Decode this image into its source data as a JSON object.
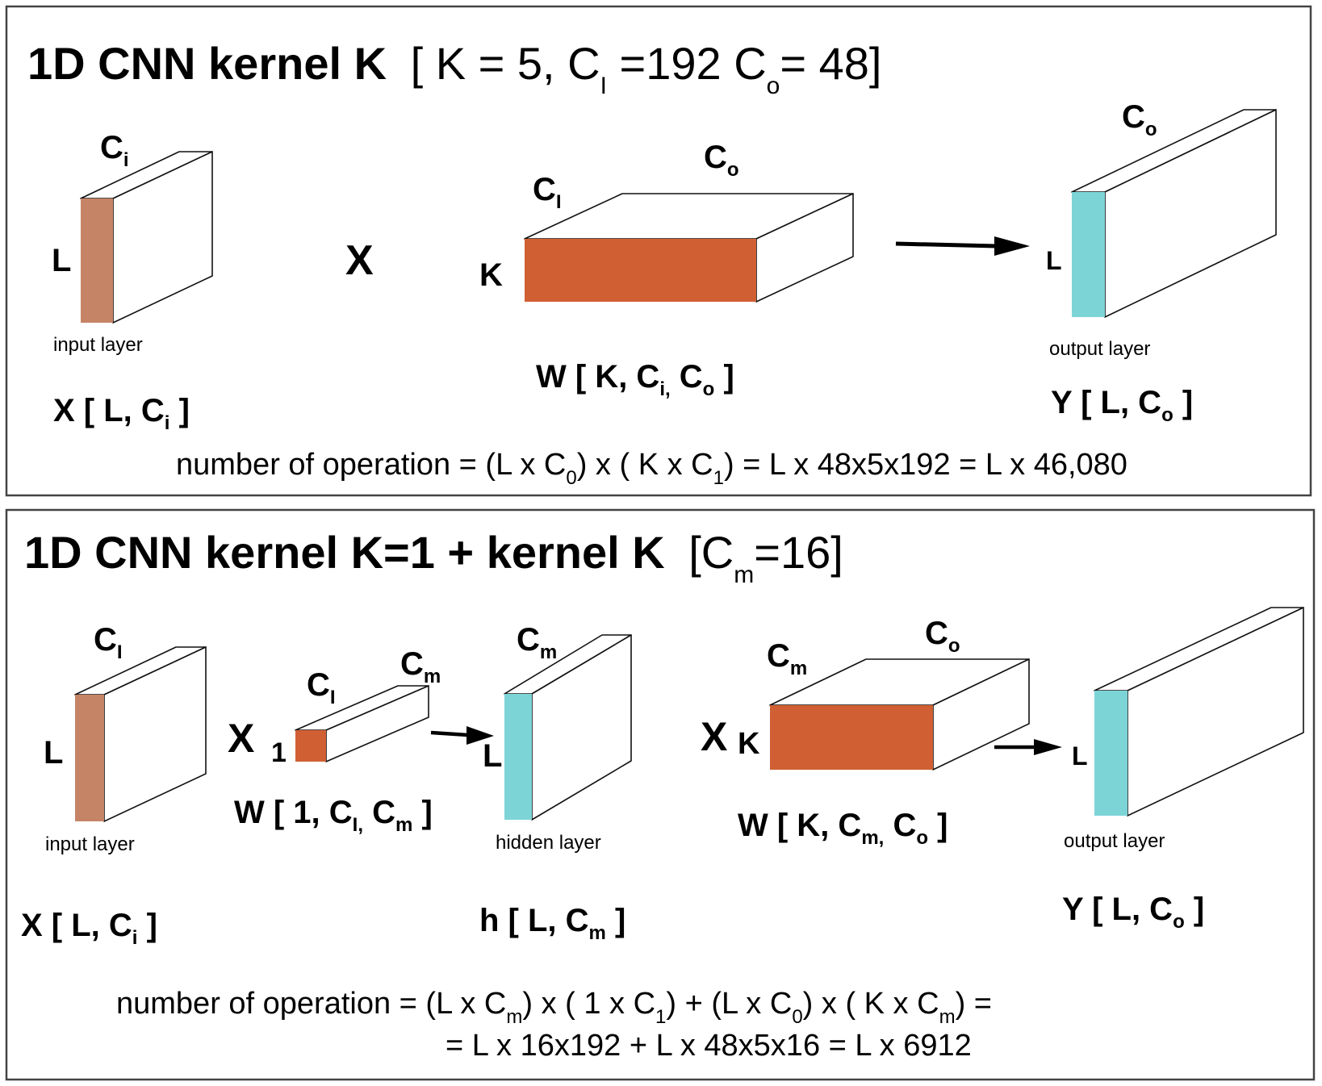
{
  "colors": {
    "input_face": "#c68466",
    "kernel_face": "#d06033",
    "output_face": "#7dd4d7",
    "frame": "#444444"
  },
  "panel1": {
    "title_bold": "1D CNN  kernel K",
    "title_params": "[ K = 5, C",
    "title_ci_sub": "I",
    "title_mid": " =192 C",
    "title_co_sub": "o",
    "title_end": "= 48]",
    "input": {
      "dim_top": "C",
      "dim_top_sub": "i",
      "dim_side": "L",
      "caption": "input layer",
      "tensor_name": "X [ L, C",
      "tensor_sub": "i",
      "tensor_close": " ]"
    },
    "multiply_sign": "X",
    "kernel": {
      "dim_depth": "C",
      "dim_depth_sub": "I",
      "dim_width": "C",
      "dim_width_sub": "o",
      "dim_side": "K",
      "tensor_name": "W [ K, C",
      "tensor_sub1": "i,",
      "tensor_mid": " C",
      "tensor_sub2": "o",
      "tensor_close": " ]"
    },
    "output": {
      "dim_top": "C",
      "dim_top_sub": "o",
      "dim_side": "L",
      "caption": "output layer",
      "tensor_name": "Y [ L, C",
      "tensor_sub": "o",
      "tensor_close": " ]"
    },
    "formula": {
      "p1": "number of operation = (L x C",
      "s1": "0",
      "p2": ") x ( K x C",
      "s2": "1",
      "p3": ") = L x 48x5x192 = L x 46,080"
    }
  },
  "panel2": {
    "title_bold": "1D CNN  kernel K=1 + kernel K",
    "title_params": "[C",
    "title_sub": "m",
    "title_end": "=16]",
    "input": {
      "dim_top": "C",
      "dim_top_sub": "I",
      "dim_side": "L",
      "caption": "input layer",
      "tensor_name": "X [ L, C",
      "tensor_sub": "i",
      "tensor_close": " ]"
    },
    "multiply_sign_1": "X",
    "kernel1": {
      "dim_side": "1",
      "dim_depth": "C",
      "dim_depth_sub": "I",
      "dim_width": "C",
      "dim_width_sub": "m",
      "tensor_name": "W [ 1, C",
      "tensor_sub1": "I,",
      "tensor_mid": " C",
      "tensor_sub2": "m",
      "tensor_close": " ]"
    },
    "hidden": {
      "dim_top": "C",
      "dim_top_sub": "m",
      "dim_side": "L",
      "caption": "hidden layer",
      "tensor_name": "h [ L, C",
      "tensor_sub": "m",
      "tensor_close": " ]"
    },
    "multiply_sign_2": "X",
    "kernel2": {
      "dim_side": "K",
      "dim_depth": "C",
      "dim_depth_sub": "m",
      "dim_width": "C",
      "dim_width_sub": "o",
      "tensor_name": "W [ K, C",
      "tensor_sub1": "m,",
      "tensor_mid": " C",
      "tensor_sub2": "o",
      "tensor_close": " ]"
    },
    "output": {
      "dim_side": "L",
      "caption": "output layer",
      "tensor_name": "Y [ L, C",
      "tensor_sub": "o",
      "tensor_close": " ]"
    },
    "formula_line1": {
      "p1": "number of operation = (L x C",
      "s1": "m",
      "p2": ") x ( 1 x C",
      "s2": "1",
      "p3": ") + (L x C",
      "s3": "0",
      "p4": ") x ( K x C",
      "s4": "m",
      "p5": ") ="
    },
    "formula_line2": "= L x 16x192 + L x 48x5x16 = L x 6912"
  }
}
